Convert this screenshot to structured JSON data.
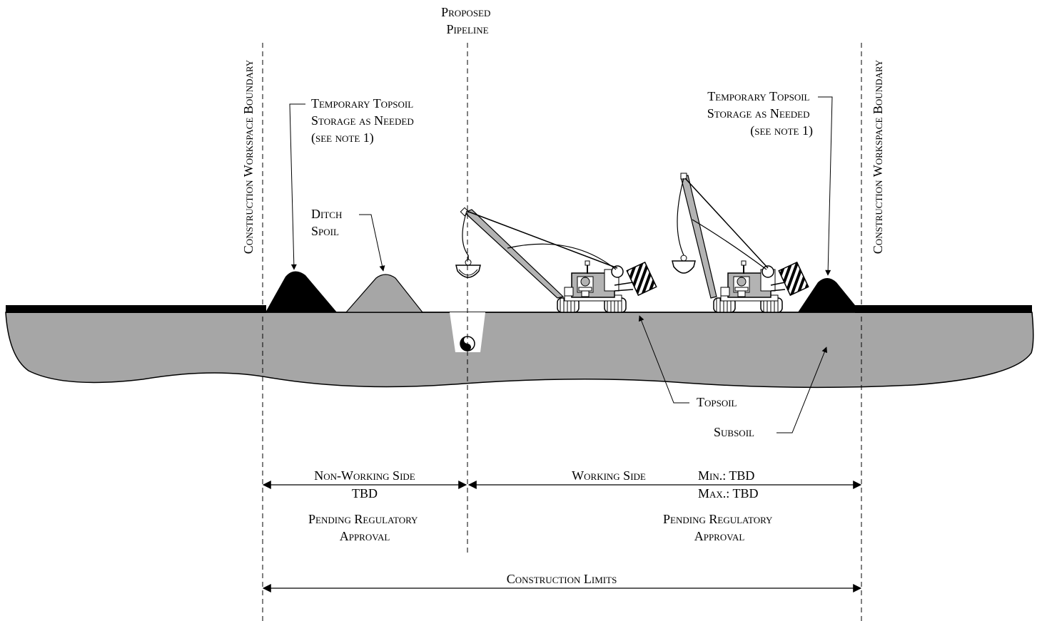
{
  "labels": {
    "proposed_pipeline": [
      "Proposed",
      "Pipeline"
    ],
    "boundary_left": "Construction Workspace Boundary",
    "boundary_right": "Construction Workspace Boundary",
    "topsoil_storage_left": [
      "Temporary Topsoil",
      "Storage as Needed",
      "(see note 1)"
    ],
    "topsoil_storage_right": [
      "Temporary Topsoil",
      "Storage as Needed",
      "(see note 1)"
    ],
    "ditch_spoil": [
      "Ditch",
      "Spoil"
    ],
    "topsoil": "Topsoil",
    "subsoil": "Subsoil"
  },
  "dimensions": {
    "non_working_side": {
      "label": "Non-Working Side",
      "value": "TBD",
      "note": [
        "Pending Regulatory",
        "Approval"
      ]
    },
    "working_side": {
      "label": "Working Side",
      "min": "Min.: TBD",
      "max": "Max.: TBD",
      "note": [
        "Pending Regulatory",
        "Approval"
      ]
    },
    "construction_limits": {
      "label": "Construction Limits"
    }
  },
  "colors": {
    "subsoil": "#a6a6a6",
    "topsoil": "#000000",
    "spoil": "#a6a6a6",
    "equipment_body": "#b3b3b3",
    "line": "#000000"
  }
}
